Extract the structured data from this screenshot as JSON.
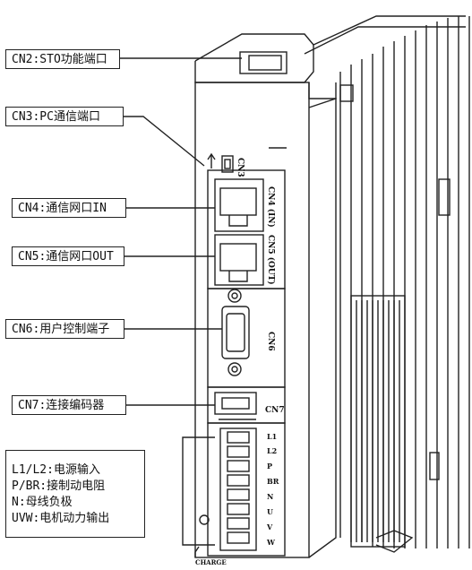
{
  "callouts": {
    "cn2": "CN2:STO功能端口",
    "cn3": "CN3:PC通信端口",
    "cn4": "CN4:通信网口IN",
    "cn5": "CN5:通信网口OUT",
    "cn6": "CN6:用户控制端子",
    "cn7": "CN7:连接编码器",
    "power": [
      "L1/L2:电源输入",
      "P/BR:接制动电阻",
      "N:母线负极",
      "UVW:电机动力输出"
    ]
  },
  "device_labels": {
    "cn3": "CN3",
    "cn4": "CN4 (IN)",
    "cn5": "CN5 (OUT)",
    "cn6": "CN6",
    "cn7": "CN7",
    "terminals": [
      "L1",
      "L2",
      "P",
      "BR",
      "N",
      "U",
      "V",
      "W"
    ],
    "charge": "CHARGE"
  }
}
